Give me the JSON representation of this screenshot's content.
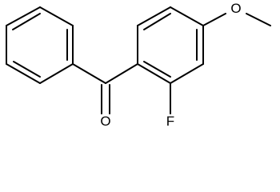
{
  "molecule": {
    "atoms": {
      "oxygen_carbonyl": "O",
      "fluorine": "F",
      "oxygen_methoxy": "O"
    }
  }
}
